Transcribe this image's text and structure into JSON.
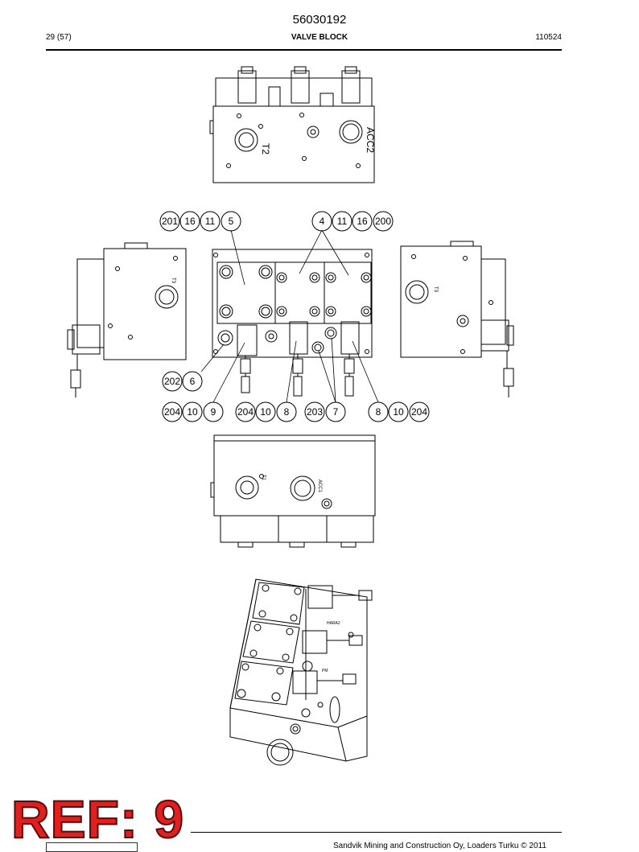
{
  "header": {
    "doc_number": "56030192",
    "page": "29 (57)",
    "section_title": "VALVE BLOCK",
    "date_code": "110524"
  },
  "callouts": {
    "upper_left": [
      "201",
      "16",
      "11",
      "5"
    ],
    "upper_right": [
      "4",
      "11",
      "16",
      "200"
    ],
    "mid_left": [
      "202",
      "6"
    ],
    "row_a": [
      "204",
      "10",
      "9"
    ],
    "row_b": [
      "204",
      "10",
      "8"
    ],
    "row_c": [
      "203",
      "7"
    ],
    "row_d": [
      "8",
      "10",
      "204"
    ]
  },
  "drawing_labels": {
    "top_port": "T2",
    "top_acc": "ACC2",
    "left_port": "T3",
    "right_port": "T3",
    "bottom_port": "T1",
    "bottom_acc": "ACC1",
    "iso_label_1": "HARA2",
    "iso_label_2": "PM"
  },
  "stamp": "REF: 9",
  "footer": {
    "copyright": "Sandvik Mining and Construction Oy, Loaders Turku © 2011"
  }
}
